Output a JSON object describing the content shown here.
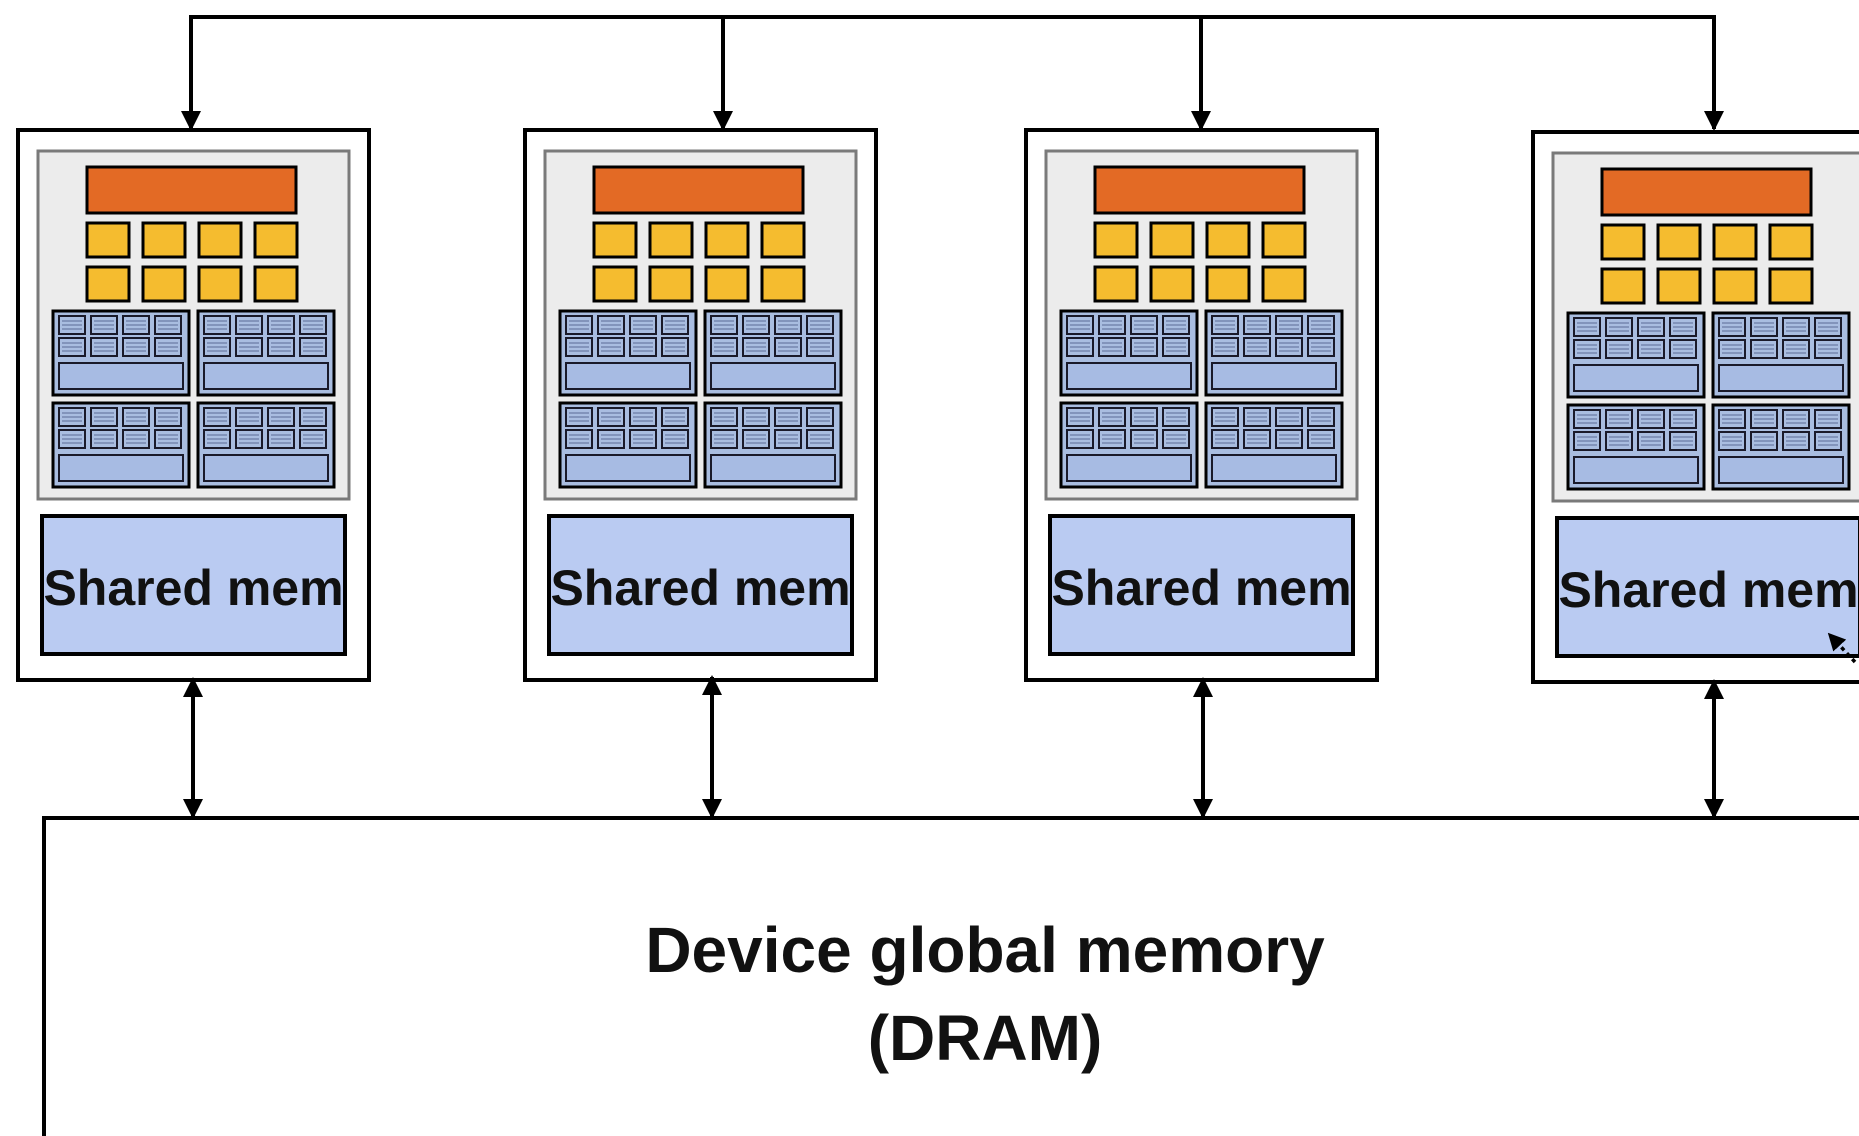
{
  "cores": [
    {
      "memory_label": "Shared mem"
    },
    {
      "memory_label": "Shared mem"
    },
    {
      "memory_label": "Shared mem"
    },
    {
      "memory_label": "Shared mem"
    }
  ],
  "global_memory": {
    "title": "Device global memory",
    "subtitle": "(DRAM)"
  },
  "colors": {
    "orange_unit": "#E36A25",
    "yellow_unit": "#F5BC2F",
    "blue_cluster": "#A9BDE0",
    "blue_cell": "#A9BDE0",
    "shared_mem_fill": "#BACBF2",
    "core_bg": "#ECECEC",
    "line": "#000000"
  },
  "icons": {
    "connector": "double-headed-arrow",
    "dotted_link": "dotted-arrow"
  }
}
